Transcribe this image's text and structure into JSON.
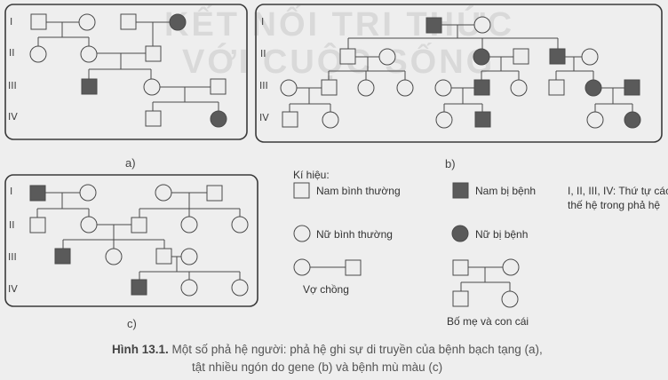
{
  "watermark": {
    "line1": "KẾT NỐI TRI THỨC",
    "line2": "VỚI CUỘC SỐNG"
  },
  "generations": [
    "I",
    "II",
    "III",
    "IV"
  ],
  "panels": {
    "a": "a)",
    "b": "b)",
    "c": "c)"
  },
  "legend": {
    "title": "Kí hiệu:",
    "normal_male": "Nam bình thường",
    "affected_male": "Nam bị bệnh",
    "normal_female": "Nữ bình thường",
    "affected_female": "Nữ bị bệnh",
    "couple": "Vợ chồng",
    "parents_children": "Bố mẹ và con cái",
    "gen_note_line1": "I, II, III, IV: Thứ tự các",
    "gen_note_line2": "thế hệ trong phả hệ"
  },
  "caption": {
    "label": "Hình 13.1.",
    "line1": " Một số phả hệ người: phả hệ ghi sự di truyền của bệnh bạch tạng (a),",
    "line2": "tật nhiều ngón do gene (b) và bệnh mù màu (c)"
  },
  "colors": {
    "affected_fill": "#5a5a5a",
    "normal_fill": "#ededed",
    "stroke": "#4a4a4a",
    "frame": "#3a3a3a"
  }
}
